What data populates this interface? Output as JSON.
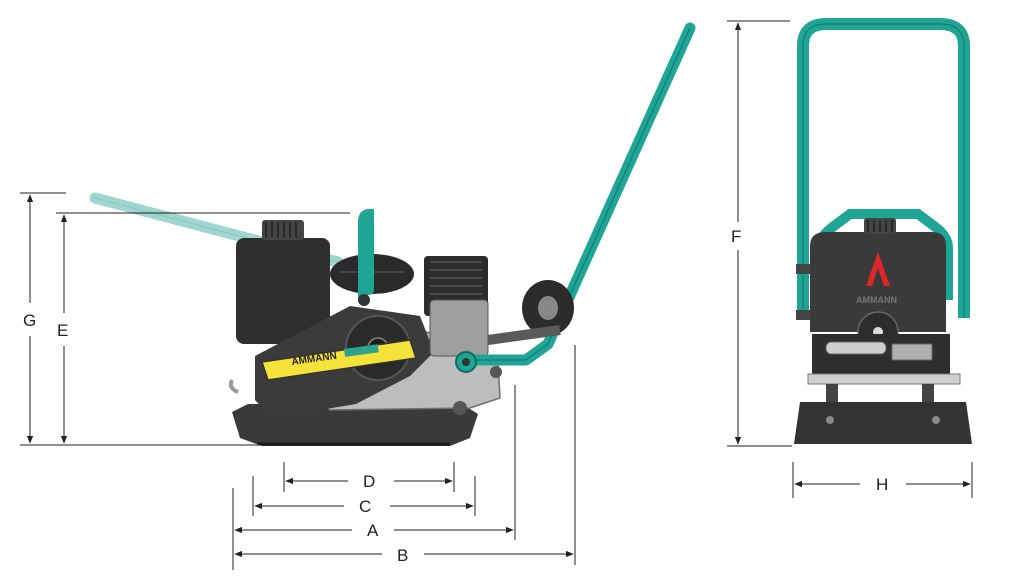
{
  "brand": {
    "name": "AMMANN"
  },
  "dimensions": {
    "A": "A",
    "B": "B",
    "C": "C",
    "D": "D",
    "E": "E",
    "F": "F",
    "G": "G",
    "H": "H"
  },
  "colors": {
    "handle": "#1fa595",
    "handle_edge": "#0f6b60",
    "body": "#3a3a3a",
    "body_dark": "#232323",
    "decal": "#f5e33a",
    "frame": "#bcbcbc",
    "logo_red": "#e0262b",
    "dim_line": "#222222"
  },
  "icons": [
    "side-view-machine",
    "front-view-machine"
  ]
}
